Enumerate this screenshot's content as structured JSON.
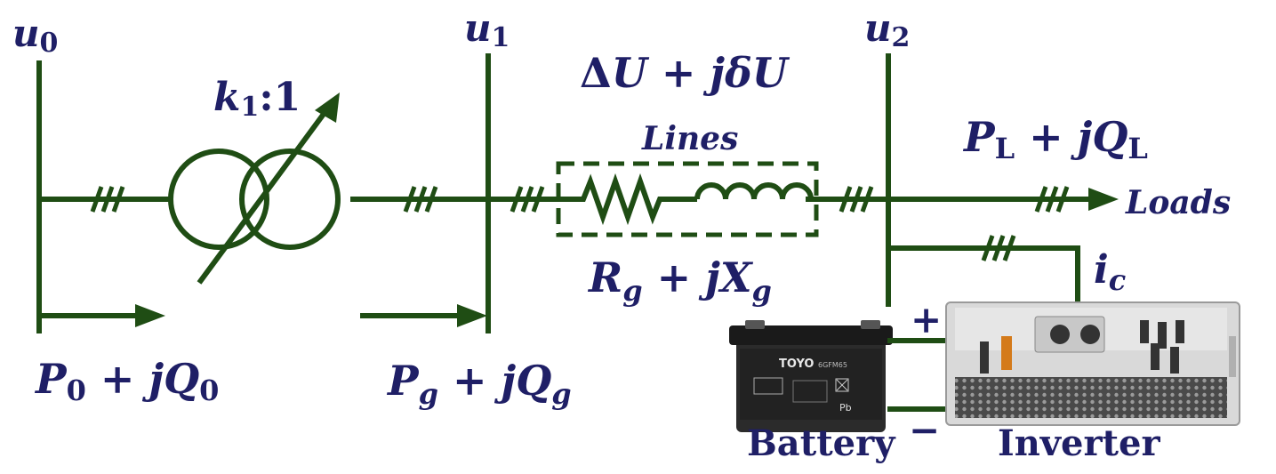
{
  "buses": {
    "u0": {
      "main": "u",
      "sub": "0"
    },
    "u1": {
      "main": "u",
      "sub": "1"
    },
    "u2": {
      "main": "u",
      "sub": "2"
    }
  },
  "transformer_ratio": {
    "k": "k",
    "k_sub": "1",
    "rest": ":1"
  },
  "voltage_drop": {
    "delta": "Δ",
    "U": "U",
    "plus": " + ",
    "j": "j",
    "small_delta": "δ",
    "U2": "U"
  },
  "lines_label": "Lines",
  "line_impedance": {
    "R": "R",
    "R_sub": "g",
    "plus": " + ",
    "j": "j",
    "X": "X",
    "X_sub": "g"
  },
  "load_power": {
    "P": "P",
    "P_sub": "L",
    "plus": " + ",
    "j": "j",
    "Q": "Q",
    "Q_sub": "L"
  },
  "loads_label": "Loads",
  "source_power": {
    "P": "P",
    "P_sub": "0",
    "plus": " + ",
    "j": "j",
    "Q": "Q",
    "Q_sub": "0"
  },
  "grid_power": {
    "P": "P",
    "P_sub": "g",
    "plus": " + ",
    "j": "j",
    "Q": "Q",
    "Q_sub": "g"
  },
  "current_label": {
    "main": "i",
    "sub": "c"
  },
  "battery": {
    "caption": "Battery",
    "brand": "TOYO",
    "model": "6GFM65",
    "pb": "Pb"
  },
  "inverter": {
    "caption": "Inverter"
  },
  "polarity": {
    "plus": "+",
    "minus": "−"
  },
  "colors": {
    "wire": "#1f4d14",
    "text": "#1f1f66"
  }
}
